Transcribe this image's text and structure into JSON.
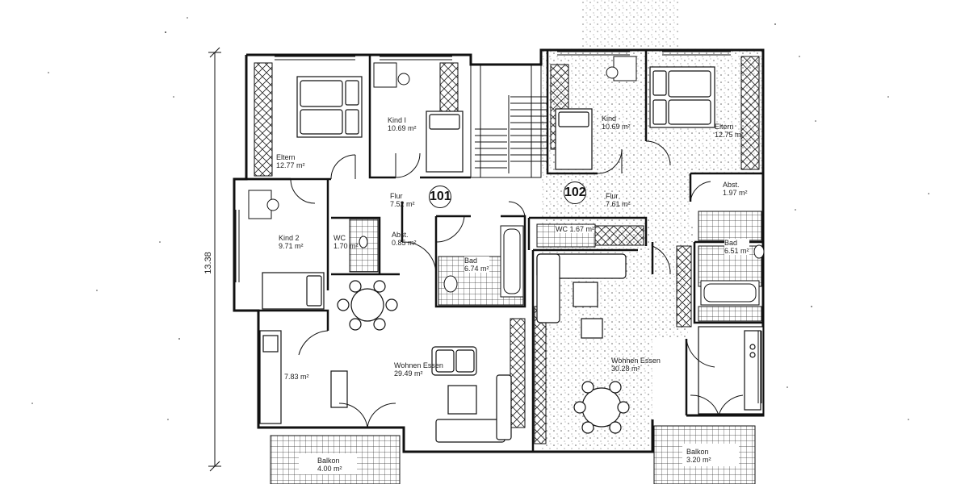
{
  "dimension_label": "13.38",
  "units": {
    "left": "101",
    "right": "102"
  },
  "rooms": {
    "eltern_left": {
      "name": "Eltern",
      "area": "12.77 m²"
    },
    "kind1": {
      "name": "Kind I",
      "area": "10.69 m²"
    },
    "kind2": {
      "name": "Kind 2",
      "area": "9.71 m²"
    },
    "flur_left": {
      "name": "Flur",
      "area": "7.52 m²"
    },
    "wc_left": {
      "name": "WC",
      "area": "1.70 m²"
    },
    "abst_left": {
      "name": "Abst.",
      "area": "0.85 m²"
    },
    "bad_left": {
      "name": "Bad",
      "area": "6.74 m²"
    },
    "kitchen_left": {
      "name": "",
      "area": "7.83 m²"
    },
    "wohnen_left": {
      "name": "Wohnen Essen",
      "area": "29.49 m²"
    },
    "balkon_left": {
      "name": "Balkon",
      "area": "4.00 m²"
    },
    "kind_right": {
      "name": "Kind",
      "area": "10.69 m²"
    },
    "eltern_right": {
      "name": "Eltern",
      "area": "12.75 m²"
    },
    "abst_right": {
      "name": "Abst.",
      "area": "1.97 m²"
    },
    "flur_right": {
      "name": "Flur",
      "area": "7.61 m²"
    },
    "wc_right": {
      "name": "WC",
      "area": "1.67 m²"
    },
    "bad_right": {
      "name": "Bad",
      "area": "6.51 m²"
    },
    "wohnen_right": {
      "name": "Wohnen Essen",
      "area": "30.28 m²"
    },
    "balkon_right": {
      "name": "Balkon",
      "area": "3.20 m²"
    }
  }
}
